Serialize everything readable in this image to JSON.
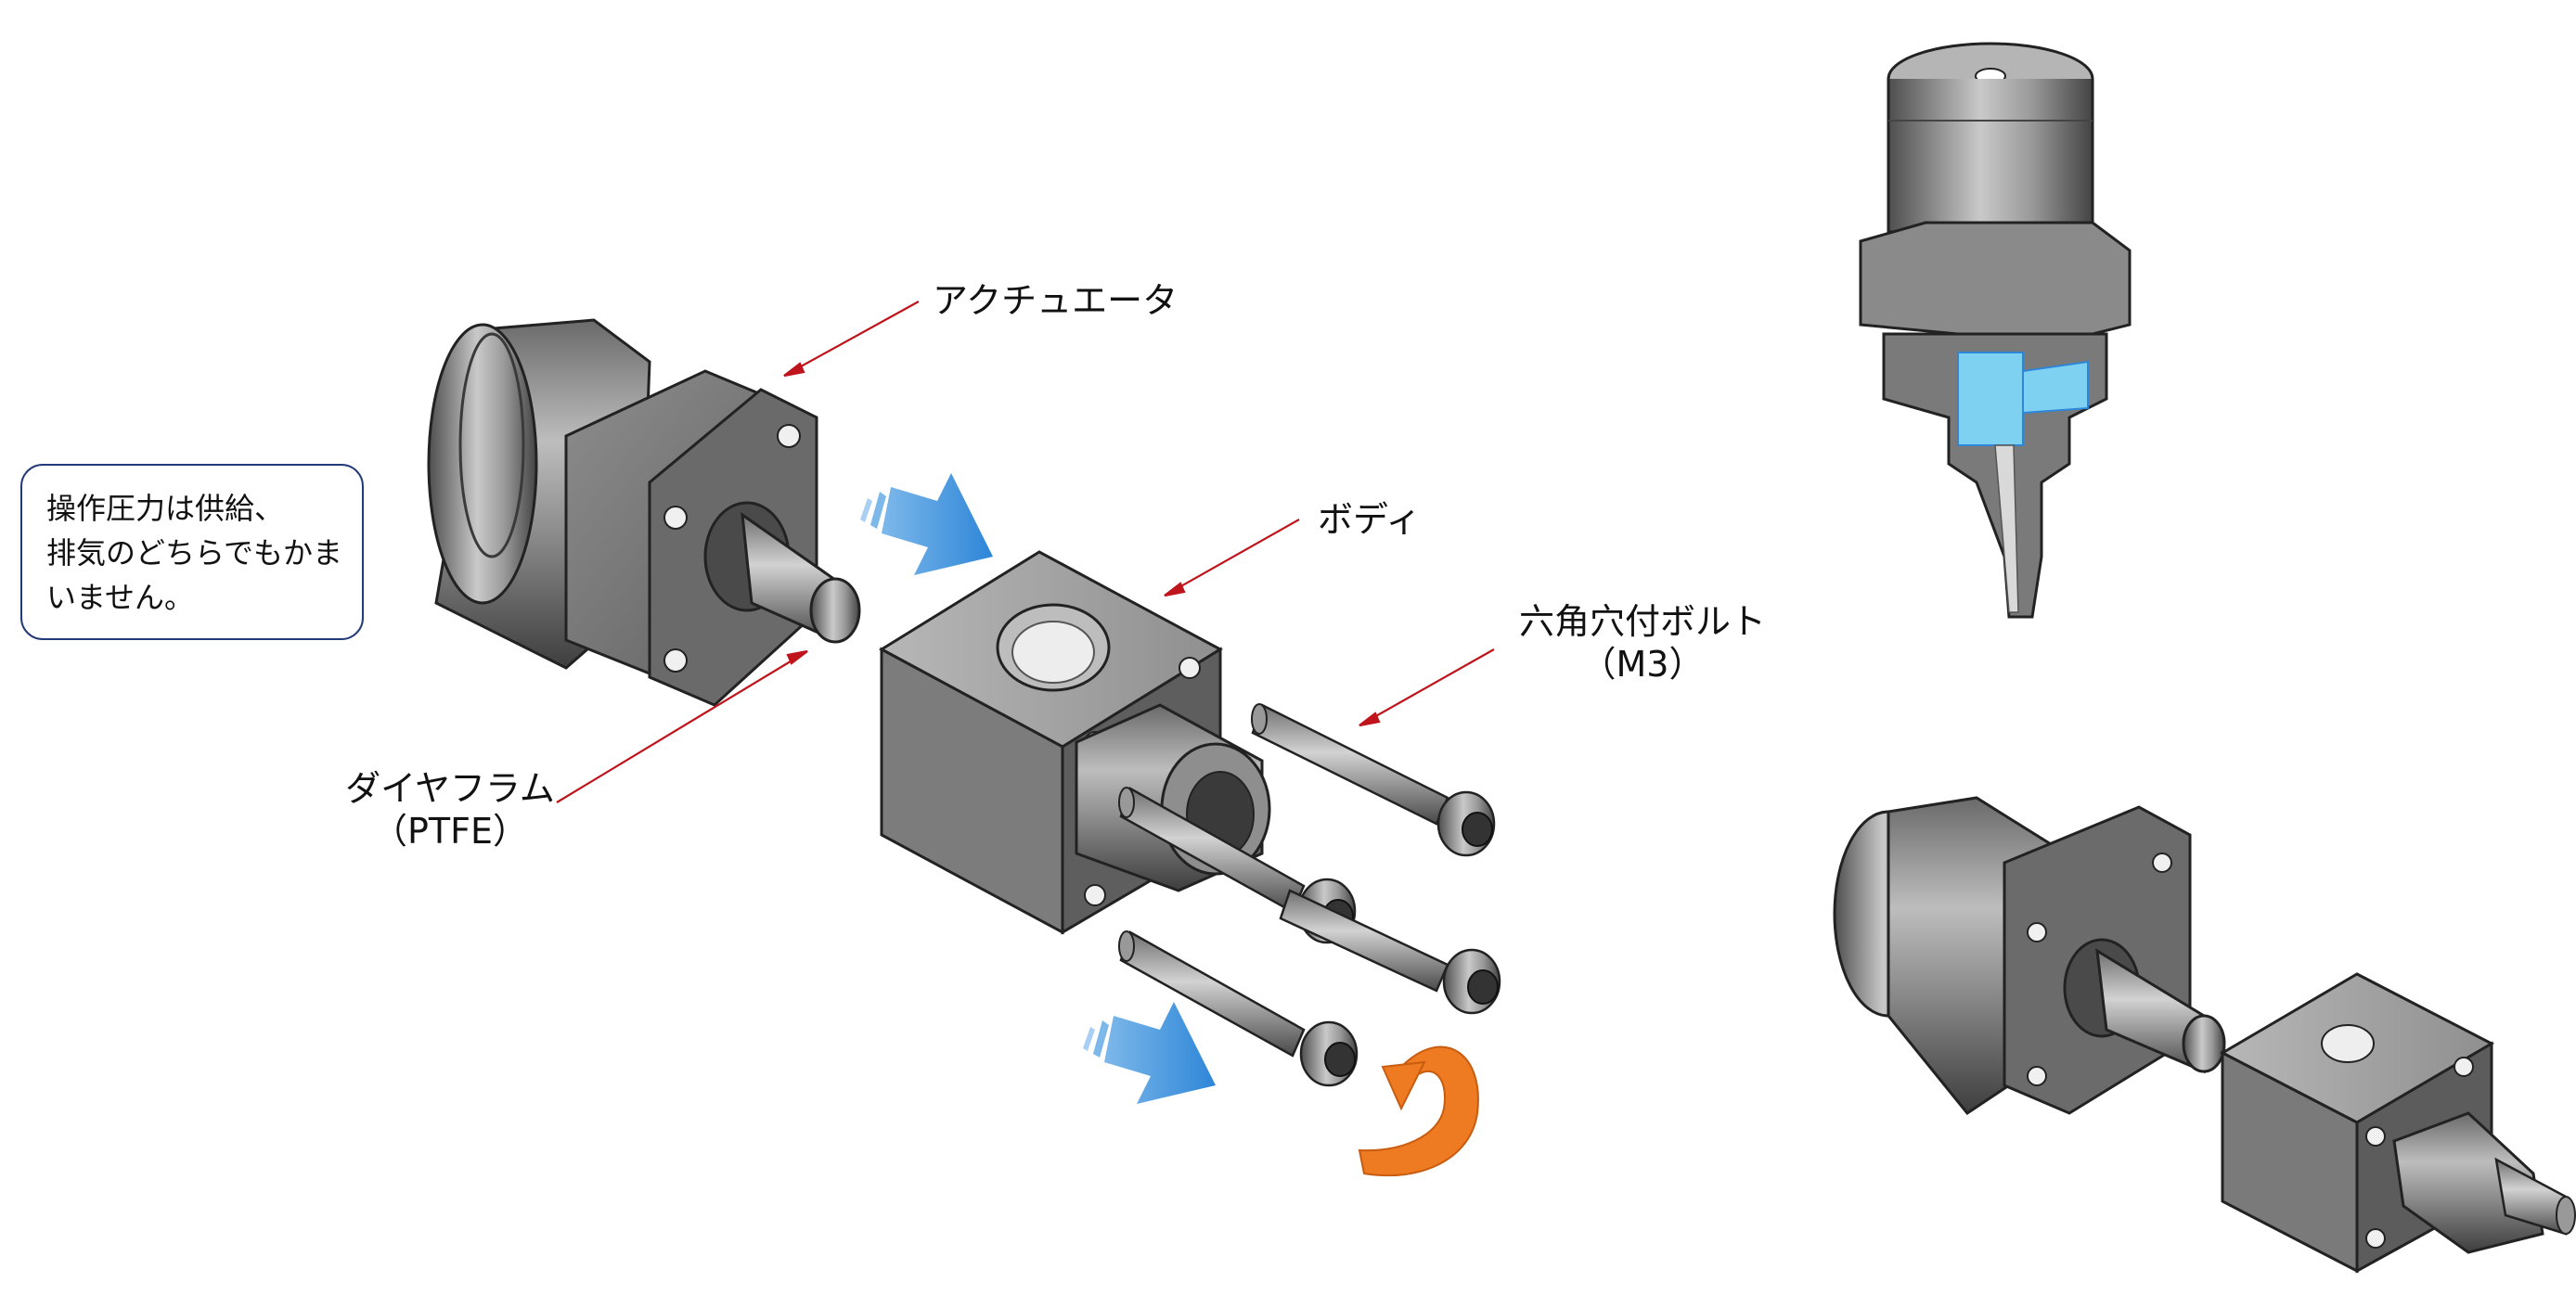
{
  "labels": {
    "actuator": "アクチュエータ",
    "body": "ボディ",
    "bolt_line1": "六角穴付ボルト",
    "bolt_line2": "（M3）",
    "diaphragm_line1": "ダイヤフラム",
    "diaphragm_line2": "（PTFE）"
  },
  "note": {
    "line1": "操作圧力は供給、",
    "line2": "排気のどちらでもかま",
    "line3": "いません。"
  },
  "colors": {
    "leader_line": "#c0141c",
    "note_border": "#233a7a",
    "push_arrow": "#2e86d8",
    "rotate_arrow": "#ee7a22",
    "fluid_path": "#7fd1f2"
  },
  "icons": {
    "push_arrow": "blue-block-arrow",
    "rotate_arrow": "orange-rotation-arrow"
  }
}
